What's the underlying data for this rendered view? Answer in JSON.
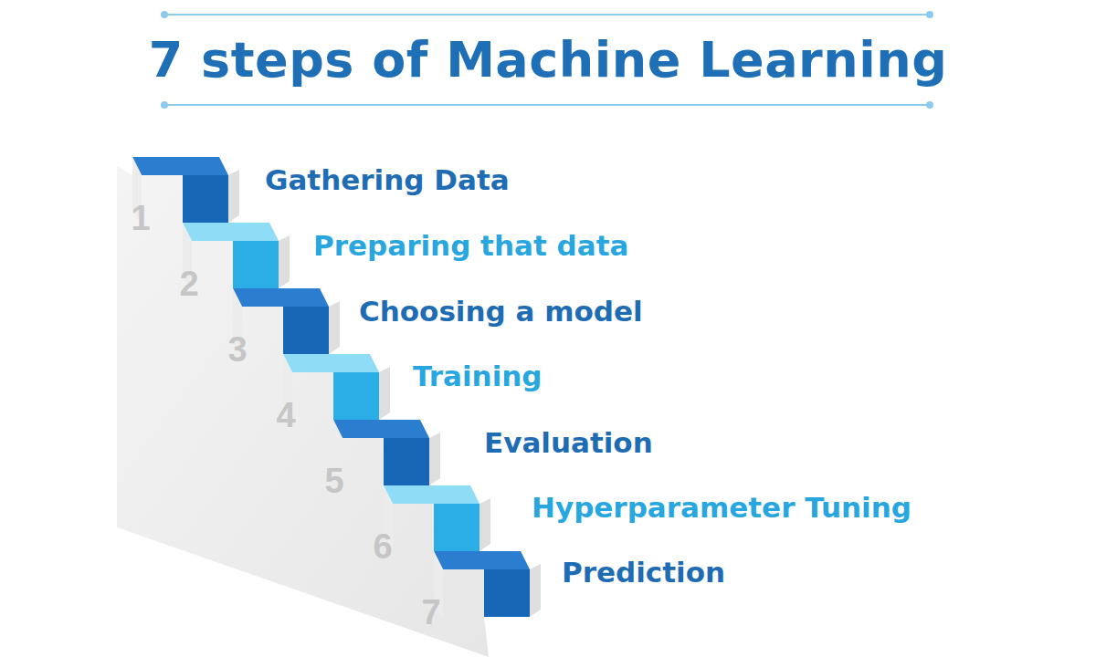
{
  "diagram": {
    "title": "7 steps of Machine Learning",
    "labels": [
      "1",
      "Gathering Data",
      "2",
      "Preparing that data",
      "3",
      "Choosing a model",
      "4",
      "Training",
      "5",
      "Evaluation",
      "6",
      "Hyperparameter Tuning",
      "7",
      "Prediction"
    ]
  }
}
